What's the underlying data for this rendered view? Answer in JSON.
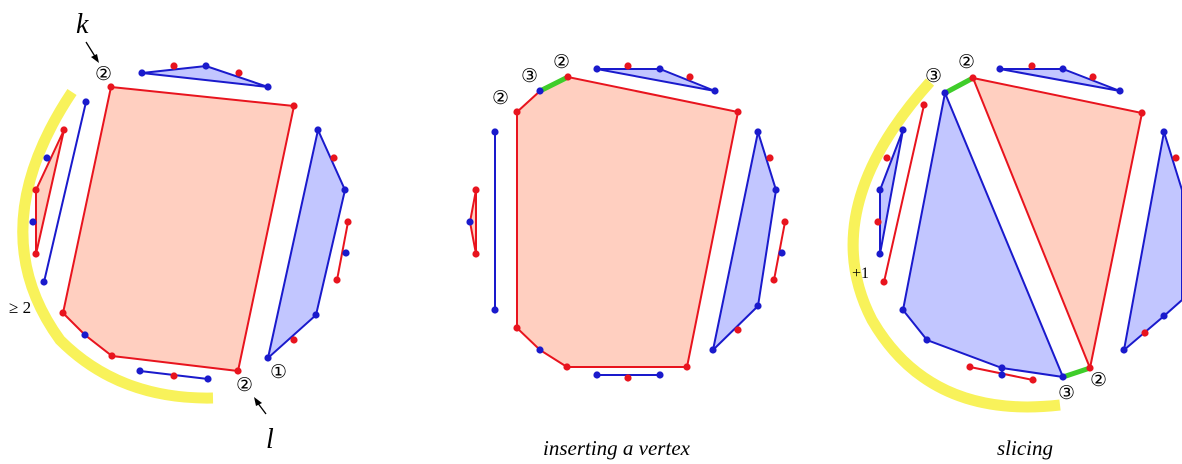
{
  "colors": {
    "red": "#e8141e",
    "blue": "#1a1acc",
    "red_fill": "#ffcfc0",
    "blue_fill": "#c2c6ff",
    "yellow": "#f8f25a",
    "green": "#3fcd2a"
  },
  "panel1": {
    "label_k": "k",
    "label_l": "l",
    "mark_top": "②",
    "mark_bottom": "②",
    "mark_one": "①",
    "ineq": "≥ 2"
  },
  "panel2": {
    "caption": "inserting a vertex",
    "mark_left": "②",
    "mark_mid": "③",
    "mark_right": "②"
  },
  "panel3": {
    "caption": "slicing",
    "mark_top_left": "③",
    "mark_top_right": "②",
    "mark_bottom_left": "③",
    "mark_bottom_right": "②",
    "plus": "+1"
  }
}
